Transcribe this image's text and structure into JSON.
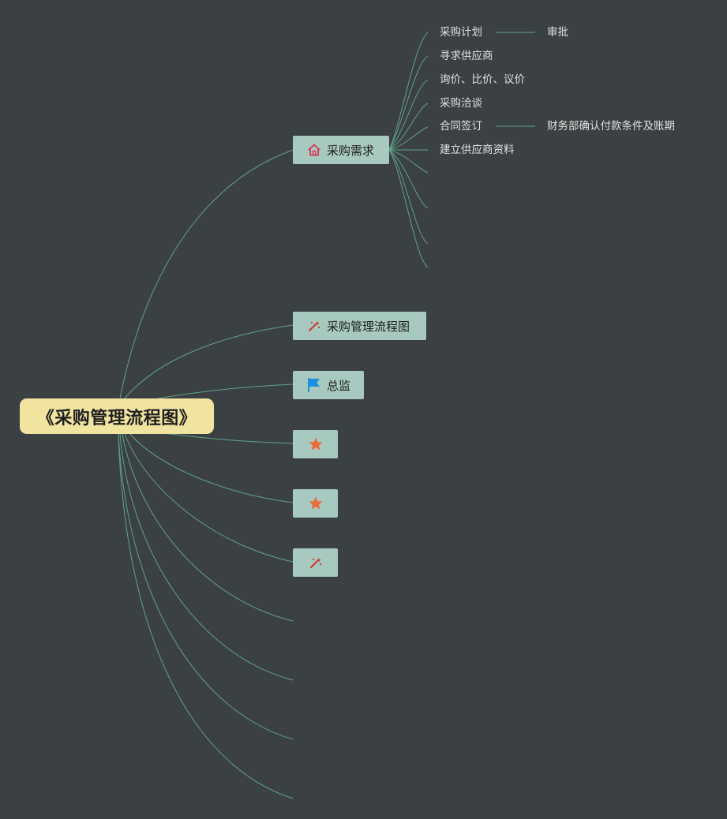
{
  "root": {
    "label": "《采购管理流程图》"
  },
  "topics": {
    "demand": {
      "label": "采购需求",
      "icon": "home-icon"
    },
    "flowchart": {
      "label": "采购管理流程图",
      "icon": "magic-wand-icon"
    },
    "supervisor": {
      "label": "总监",
      "icon": "flag-icon"
    },
    "star1": {
      "icon": "star-icon"
    },
    "star2": {
      "icon": "star-icon"
    },
    "wand2": {
      "icon": "magic-wand-icon"
    }
  },
  "subtopics": [
    {
      "label": "采购计划",
      "child": "审批"
    },
    {
      "label": "寻求供应商"
    },
    {
      "label": "询价、比价、议价"
    },
    {
      "label": "采购洽谈"
    },
    {
      "label": "合同签订",
      "child": "财务部确认付款条件及账期"
    },
    {
      "label": "建立供应商资料"
    }
  ],
  "colors": {
    "background": "#3b4042",
    "connector": "#5fa38c",
    "root_fill": "#f1e3a0",
    "topic_fill": "#a8c9bf",
    "home_icon": "#d6375a",
    "star_icon": "#ea6b3c",
    "flag_icon": "#1e8fe0"
  }
}
